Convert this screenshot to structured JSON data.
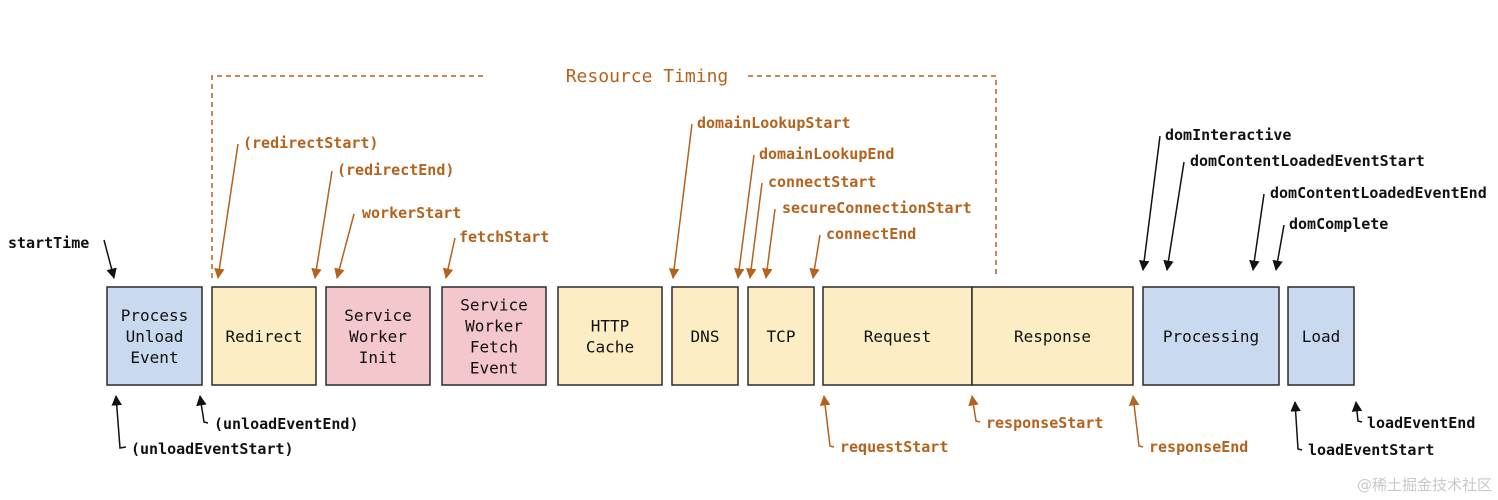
{
  "colors": {
    "blue_fill": "#c9daf0",
    "yellow_fill": "#fdedc4",
    "pink_fill": "#f4c7cd",
    "box_stroke": "#2b2b2b",
    "orange": "#b4621c",
    "black": "#111111"
  },
  "title": "Resource Timing",
  "boxes": [
    {
      "id": "process-unload-event",
      "lines": [
        "Process",
        "Unload",
        "Event"
      ],
      "color": "blue"
    },
    {
      "id": "redirect",
      "lines": [
        "Redirect"
      ],
      "color": "yellow"
    },
    {
      "id": "service-worker-init",
      "lines": [
        "Service",
        "Worker",
        "Init"
      ],
      "color": "pink"
    },
    {
      "id": "service-worker-fetch-event",
      "lines": [
        "Service",
        "Worker",
        "Fetch",
        "Event"
      ],
      "color": "pink"
    },
    {
      "id": "http-cache",
      "lines": [
        "HTTP",
        "Cache"
      ],
      "color": "yellow"
    },
    {
      "id": "dns",
      "lines": [
        "DNS"
      ],
      "color": "yellow"
    },
    {
      "id": "tcp",
      "lines": [
        "TCP"
      ],
      "color": "yellow"
    },
    {
      "id": "request",
      "lines": [
        "Request"
      ],
      "color": "yellow"
    },
    {
      "id": "response",
      "lines": [
        "Response"
      ],
      "color": "yellow"
    },
    {
      "id": "processing",
      "lines": [
        "Processing"
      ],
      "color": "blue"
    },
    {
      "id": "load",
      "lines": [
        "Load"
      ],
      "color": "blue"
    }
  ],
  "labels_top": [
    {
      "text": "startTime",
      "color": "black"
    },
    {
      "text": "(redirectStart)",
      "color": "orange"
    },
    {
      "text": "(redirectEnd)",
      "color": "orange"
    },
    {
      "text": "workerStart",
      "color": "orange"
    },
    {
      "text": "fetchStart",
      "color": "orange"
    },
    {
      "text": "domainLookupStart",
      "color": "orange"
    },
    {
      "text": "domainLookupEnd",
      "color": "orange"
    },
    {
      "text": "connectStart",
      "color": "orange"
    },
    {
      "text": "secureConnectionStart",
      "color": "orange"
    },
    {
      "text": "connectEnd",
      "color": "orange"
    },
    {
      "text": "domInteractive",
      "color": "black"
    },
    {
      "text": "domContentLoadedEventStart",
      "color": "black"
    },
    {
      "text": "domContentLoadedEventEnd",
      "color": "black"
    },
    {
      "text": "domComplete",
      "color": "black"
    }
  ],
  "labels_bottom": [
    {
      "text": "(unloadEventStart)",
      "color": "black"
    },
    {
      "text": "(unloadEventEnd)",
      "color": "black"
    },
    {
      "text": "requestStart",
      "color": "orange"
    },
    {
      "text": "responseStart",
      "color": "orange"
    },
    {
      "text": "responseEnd",
      "color": "orange"
    },
    {
      "text": "loadEventStart",
      "color": "black"
    },
    {
      "text": "loadEventEnd",
      "color": "black"
    }
  ],
  "watermark": "@稀土掘金技术社区"
}
